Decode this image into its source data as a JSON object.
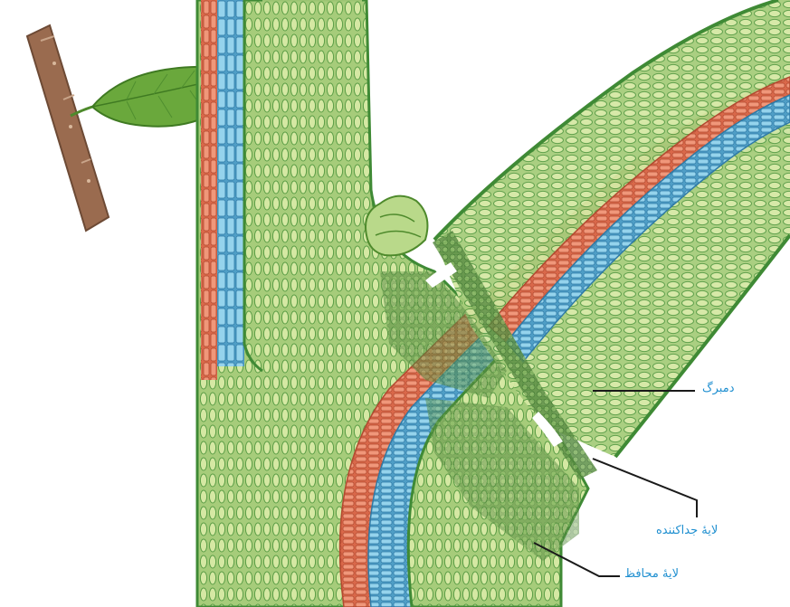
{
  "labels": {
    "petiole": "دمبرگ",
    "abscission_layer": "لایهٔ جداکننده",
    "protective_layer": "لایهٔ محافظ"
  },
  "colors": {
    "label_text": "#1f8fd0",
    "leader_line": "#1a1a1a",
    "stem_green": "#8fbf6a",
    "cell_light": "#cfe39a",
    "cell_outline": "#4e9a3c",
    "dark_green": "#2f7a2e",
    "phloem_red": "#e07a5a",
    "xylem_blue": "#7cc3df",
    "branch_brown": "#9a6b4f",
    "leaf_green": "#6aa83c",
    "abscission_zone": "#5f8f45"
  }
}
